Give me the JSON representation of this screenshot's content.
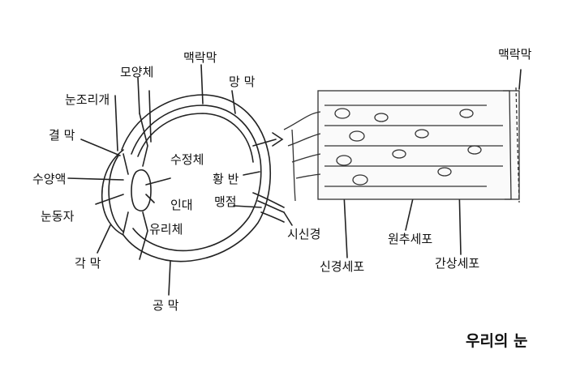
{
  "labels": {
    "choroid_top": "맥락막",
    "ciliary_body": "모양체",
    "retina": "망 막",
    "ciliary_muscle": "눈조리개",
    "conjunctiva": "결 막",
    "lens": "수정체",
    "aqueous_humor": "수양액",
    "macula": "황 반",
    "pupil": "눈동자",
    "zonule": "인대",
    "blind_spot": "맹점",
    "vitreous": "유리체",
    "optic_nerve": "시신경",
    "cornea": "각 막",
    "sclera": "공 막",
    "choroid_right": "맥락막",
    "cone_cell": "원추세포",
    "nerve_cell": "신경세포",
    "rod_cell": "간상세포"
  },
  "caption": "우리의 눈"
}
